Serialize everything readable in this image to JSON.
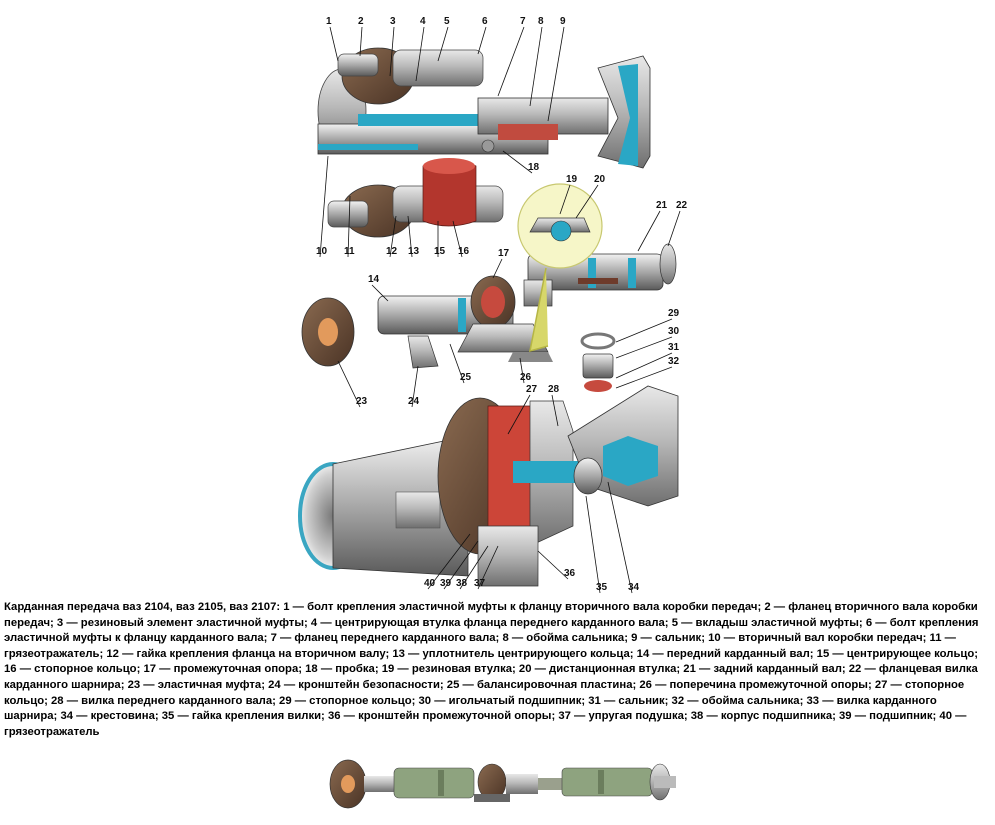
{
  "figure": {
    "part_numbers": [
      "1",
      "2",
      "3",
      "4",
      "5",
      "6",
      "7",
      "8",
      "9",
      "10",
      "11",
      "12",
      "13",
      "15",
      "16",
      "17",
      "18",
      "19",
      "20",
      "21",
      "22",
      "14",
      "29",
      "30",
      "31",
      "32",
      "23",
      "24",
      "25",
      "26",
      "27",
      "28",
      "36",
      "40",
      "39",
      "38",
      "37",
      "35",
      "34"
    ]
  },
  "caption": {
    "title": "Карданная передача ваз 2104, ваз 2105, ваз 2107:",
    "items": [
      {
        "n": "1",
        "text": "болт крепления эластичной муфты к фланцу вторичного вала коробки передач"
      },
      {
        "n": "2",
        "text": "фланец вторичного вала коробки передач"
      },
      {
        "n": "3",
        "text": "резиновый элемент эластичной муфты"
      },
      {
        "n": "4",
        "text": "центрирующая втулка фланца переднего карданного вала"
      },
      {
        "n": "5",
        "text": "вкладыш эластичной муфты"
      },
      {
        "n": "6",
        "text": "болт крепления эластичной муфты к фланцу карданного вала"
      },
      {
        "n": "7",
        "text": "фланец переднего карданного вала"
      },
      {
        "n": "8",
        "text": "обойма сальника"
      },
      {
        "n": "9",
        "text": "сальник"
      },
      {
        "n": "10",
        "text": "вторичный вал коробки передач"
      },
      {
        "n": "11",
        "text": "грязеотражатель"
      },
      {
        "n": "12",
        "text": "гайка крепления фланца на вторичном валу"
      },
      {
        "n": "13",
        "text": "уплотнитель центрирующего кольца"
      },
      {
        "n": "14",
        "text": "передний карданный вал"
      },
      {
        "n": "15",
        "text": "центрирующее кольцо"
      },
      {
        "n": "16",
        "text": "стопорное кольцо"
      },
      {
        "n": "17",
        "text": "промежуточная опора"
      },
      {
        "n": "18",
        "text": "пробка"
      },
      {
        "n": "19",
        "text": "резиновая втулка"
      },
      {
        "n": "20",
        "text": "дистанционная втулка"
      },
      {
        "n": "21",
        "text": "задний карданный вал"
      },
      {
        "n": "22",
        "text": "фланцевая вилка карданного шарнира"
      },
      {
        "n": "23",
        "text": "эластичная муфта"
      },
      {
        "n": "24",
        "text": "кронштейн безопасности"
      },
      {
        "n": "25",
        "text": "балансировочная пластина"
      },
      {
        "n": "26",
        "text": "поперечина промежуточной опоры"
      },
      {
        "n": "27",
        "text": "стопорное кольцо"
      },
      {
        "n": "28",
        "text": "вилка переднего карданного вала"
      },
      {
        "n": "29",
        "text": "стопорное кольцо"
      },
      {
        "n": "30",
        "text": "игольчатый подшипник"
      },
      {
        "n": "31",
        "text": "сальник"
      },
      {
        "n": "32",
        "text": "обойма сальника"
      },
      {
        "n": "33",
        "text": "вилка карданного шарнира"
      },
      {
        "n": "34",
        "text": "крестовина"
      },
      {
        "n": "35",
        "text": "гайка крепления вилки"
      },
      {
        "n": "36",
        "text": "кронштейн промежуточной опоры"
      },
      {
        "n": "37",
        "text": "упругая подушка"
      },
      {
        "n": "38",
        "text": "корпус подшипника"
      },
      {
        "n": "39",
        "text": "подшипник"
      },
      {
        "n": "40",
        "text": "грязеотражатель"
      }
    ]
  }
}
